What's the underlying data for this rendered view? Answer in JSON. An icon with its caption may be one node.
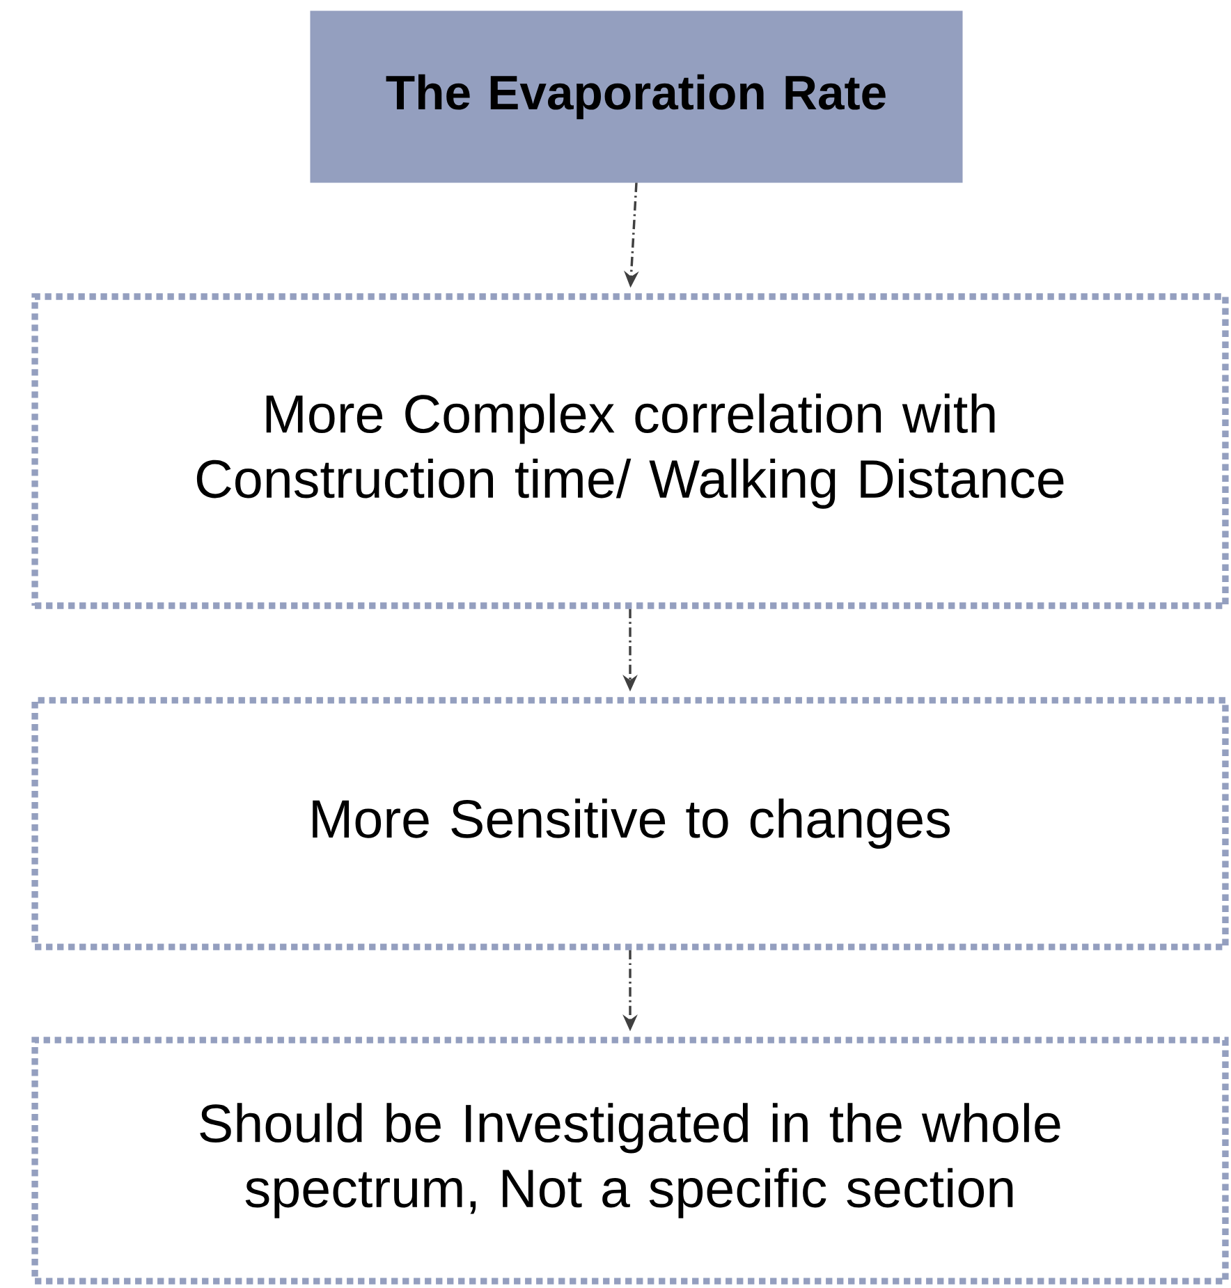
{
  "diagram": {
    "nodes": [
      {
        "text": [
          "The Evaporation Rate"
        ]
      },
      {
        "text": [
          "More Complex correlation with Construction time/ Walking Distance"
        ]
      },
      {
        "text": [
          "More Sensitive to changes"
        ]
      },
      {
        "text": [
          "Should be Investigated in the whole spectrum, Not a specific section"
        ]
      }
    ],
    "edges": [
      {
        "from": 0,
        "to": 1,
        "arrow": "to",
        "style": "dashed"
      },
      {
        "from": 1,
        "to": 2,
        "arrow": "to",
        "style": "dashed"
      },
      {
        "from": 2,
        "to": 3,
        "arrow": "to",
        "style": "dashed"
      }
    ]
  }
}
